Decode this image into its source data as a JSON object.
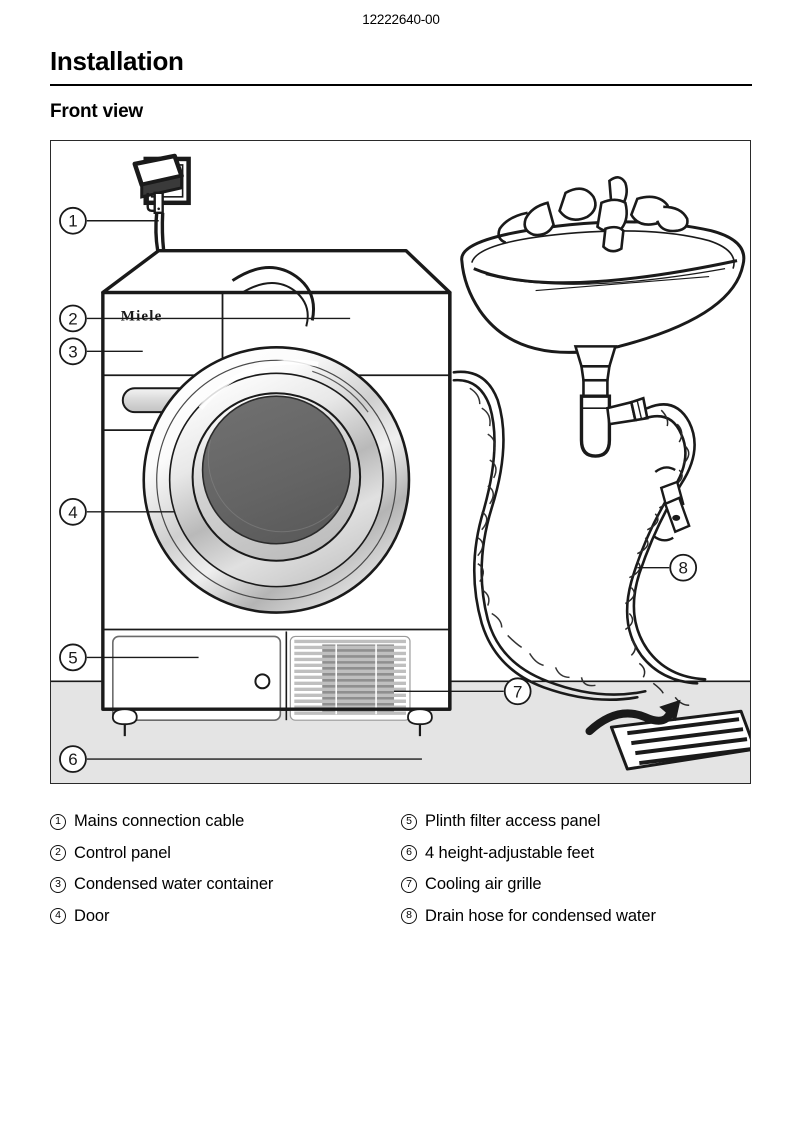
{
  "header": {
    "doc_number": "12222640-00",
    "chapter_title": "Installation",
    "section_title": "Front view"
  },
  "figure": {
    "brand_label": "Miele",
    "callouts": [
      {
        "number": "1",
        "target": "mains-connection-cable"
      },
      {
        "number": "2",
        "target": "control-panel"
      },
      {
        "number": "3",
        "target": "condensed-water-container"
      },
      {
        "number": "4",
        "target": "door"
      },
      {
        "number": "5",
        "target": "plinth-filter-access-panel"
      },
      {
        "number": "6",
        "target": "height-adjustable-feet"
      },
      {
        "number": "7",
        "target": "cooling-air-grille"
      },
      {
        "number": "8",
        "target": "drain-hose-for-condensed-water"
      }
    ],
    "colors": {
      "outline": "#1a1a1a",
      "floor": "#e4e4e4",
      "drum_interior": "#666666",
      "door_ring_light": "#f2f2f2",
      "door_ring_mid": "#b8b8b8",
      "grille_louver": "#bfbfbf",
      "grille_shade": "#8f8f8f"
    }
  },
  "legend": {
    "left_column": [
      {
        "number": "1",
        "label": "Mains connection cable"
      },
      {
        "number": "2",
        "label": "Control panel"
      },
      {
        "number": "3",
        "label": "Condensed water container"
      },
      {
        "number": "4",
        "label": "Door"
      }
    ],
    "right_column": [
      {
        "number": "5",
        "label": "Plinth filter access panel"
      },
      {
        "number": "6",
        "label": "4 height-adjustable feet"
      },
      {
        "number": "7",
        "label": "Cooling air grille"
      },
      {
        "number": "8",
        "label": "Drain hose for condensed water"
      }
    ]
  }
}
